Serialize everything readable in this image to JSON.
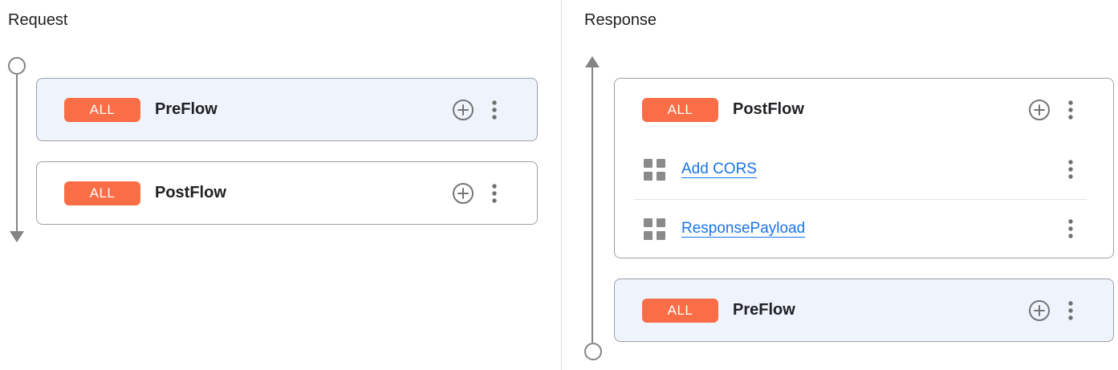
{
  "request": {
    "title": "Request",
    "flows": [
      {
        "badge": "ALL",
        "label": "PreFlow",
        "selected": true,
        "policies": []
      },
      {
        "badge": "ALL",
        "label": "PostFlow",
        "selected": false,
        "policies": []
      }
    ]
  },
  "response": {
    "title": "Response",
    "flows": [
      {
        "badge": "ALL",
        "label": "PostFlow",
        "selected": false,
        "policies": [
          {
            "name": "Add CORS"
          },
          {
            "name": "ResponsePayload"
          }
        ]
      },
      {
        "badge": "ALL",
        "label": "PreFlow",
        "selected": true,
        "policies": []
      }
    ]
  },
  "icons": {
    "add_policy": "plus-circle-icon",
    "more_options": "three-dot-menu-icon",
    "policy": "grid-handle-icon",
    "timeline": [
      "start-circle",
      "arrow-down",
      "arrow-up",
      "end-circle"
    ]
  },
  "colors": {
    "badge_orange": "#F96E46",
    "selected_card_bg": "#EEF3FC",
    "card_border": "#9AA0A6",
    "link_blue": "#1A73E8",
    "icon_gray": "#757575",
    "timeline_gray": "#848484",
    "panel_divider": "#DADCE0",
    "text_dark": "#202124"
  }
}
